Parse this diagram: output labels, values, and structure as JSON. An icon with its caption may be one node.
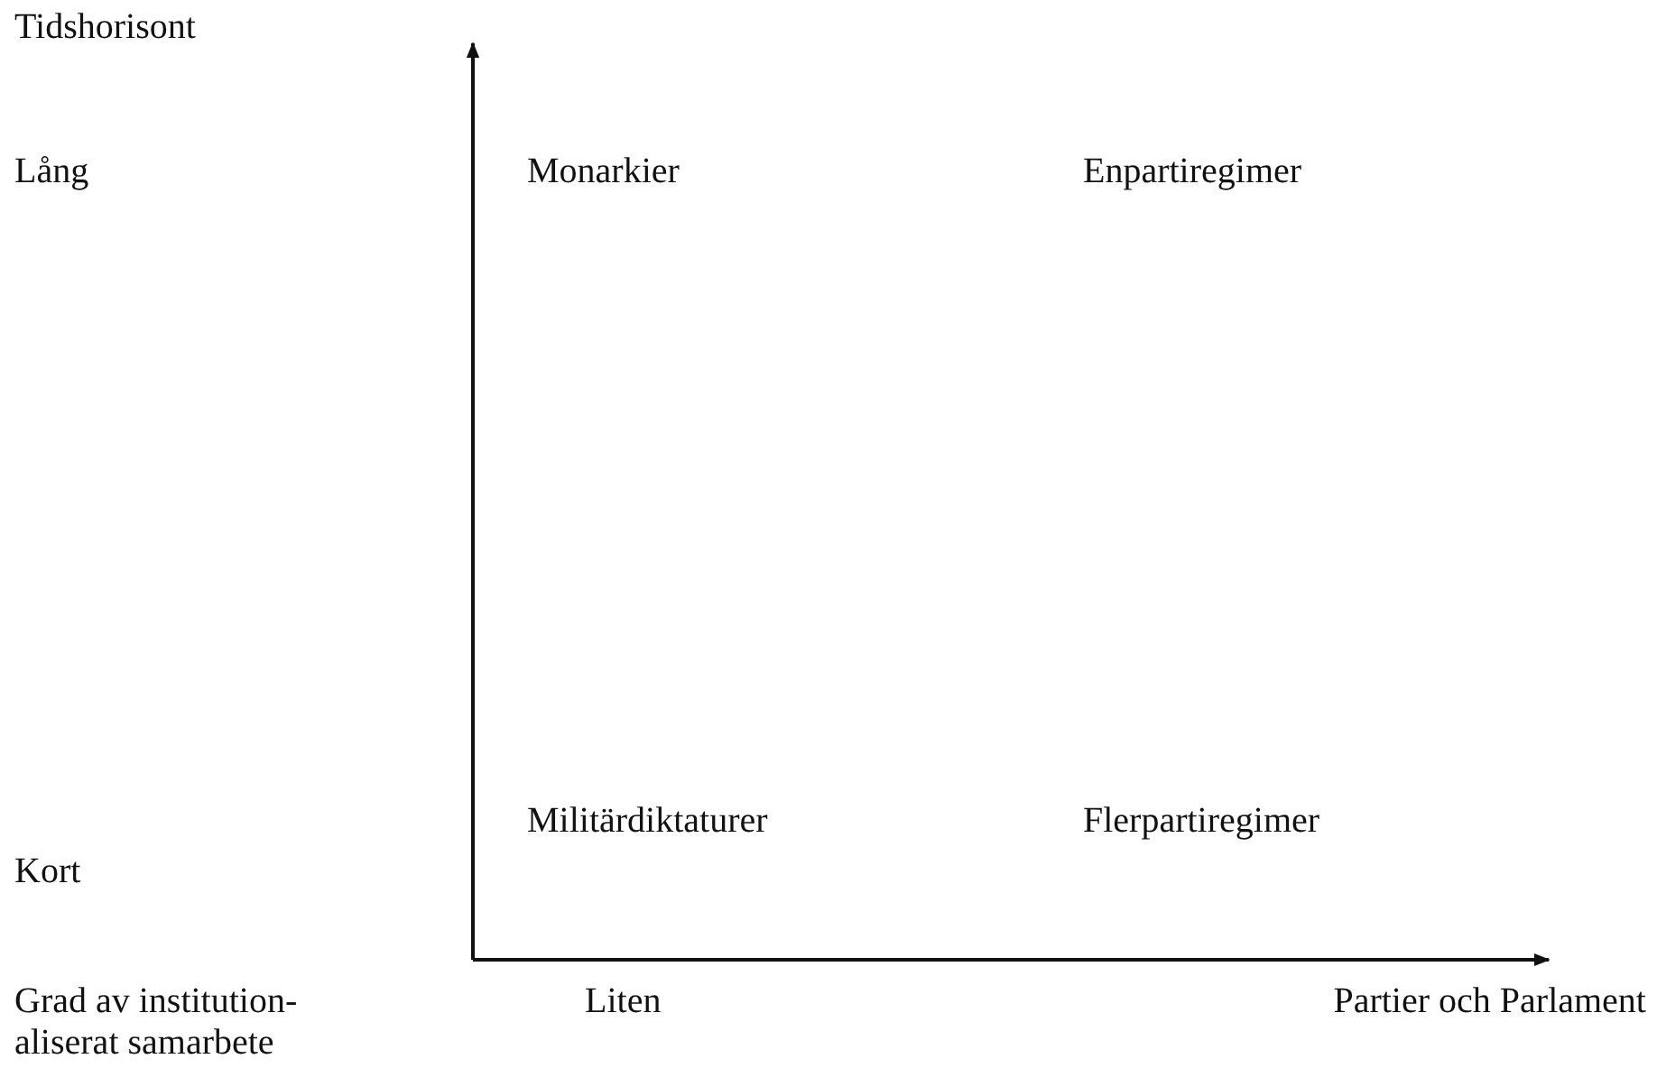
{
  "diagram": {
    "labels": [
      "Tidshorisont",
      "Lång",
      "Monarkier",
      "Enpartiregimer",
      "Militärdiktaturer",
      "Flerpartiregimer",
      "Kort",
      "Grad av institution- aliserat samarbete",
      "Liten",
      "Partier och Parlament"
    ]
  }
}
